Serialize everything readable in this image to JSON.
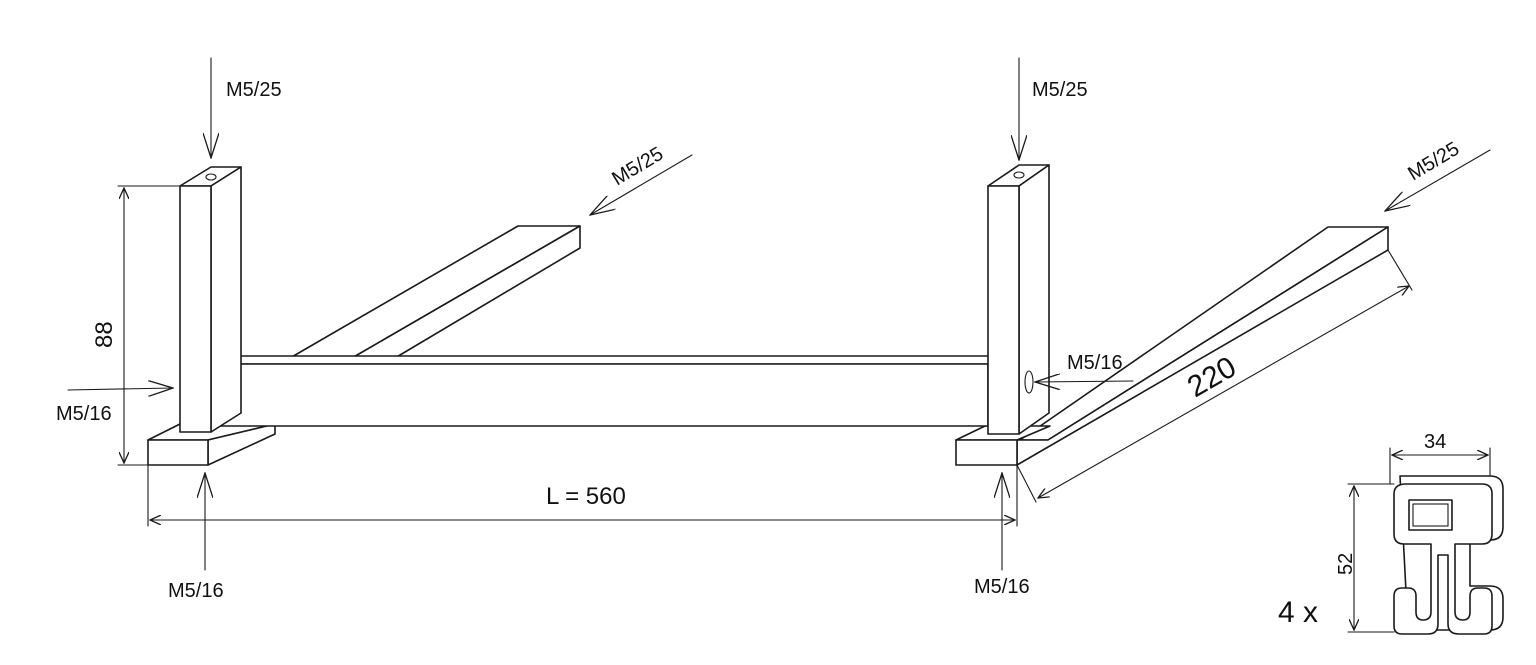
{
  "labels": {
    "screw_left_top": "M5/25",
    "screw_right_top": "M5/25",
    "screw_left_arm": "M5/25",
    "screw_right_arm": "M5/25",
    "screw_left_side": "M5/16",
    "screw_right_side": "M5/16",
    "screw_left_bottom": "M5/16",
    "screw_right_bottom": "M5/16"
  },
  "dimensions": {
    "height": "88",
    "length": "L = 560",
    "depth": "220",
    "profile_width": "34",
    "profile_height": "52"
  },
  "quantity": "4 x"
}
